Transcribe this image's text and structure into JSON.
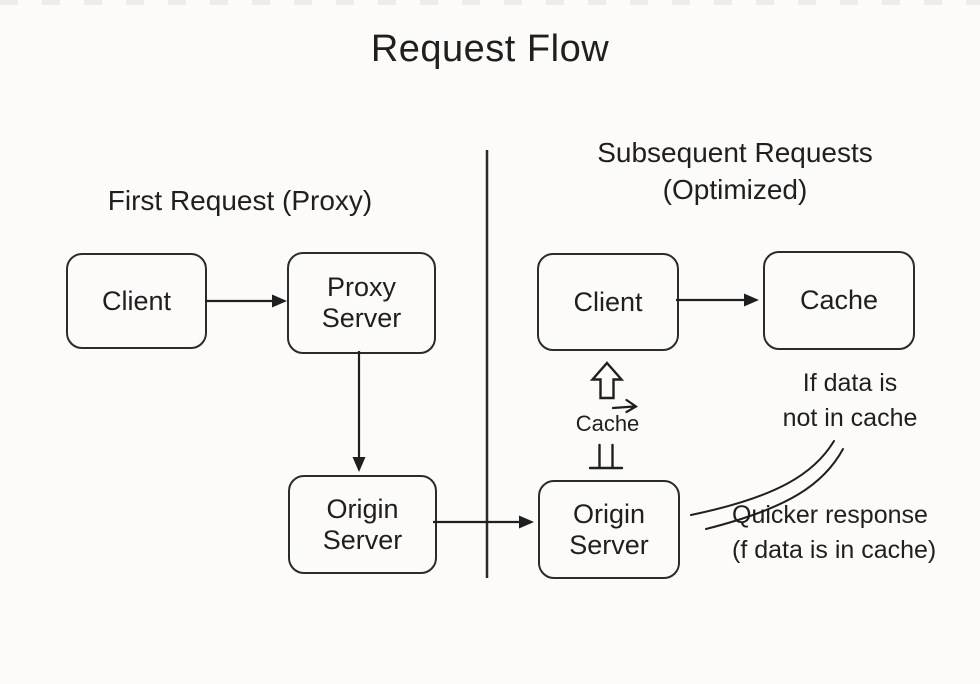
{
  "title": "Request Flow",
  "sections": {
    "first_request": {
      "header": "First Request (Proxy)",
      "nodes": {
        "client": "Client",
        "proxy_server": "Proxy Server",
        "origin_server": "Origin Server"
      }
    },
    "subsequent_requests": {
      "header_lines": [
        "Subsequent Requests",
        "(Optimized)"
      ],
      "nodes": {
        "client": "Client",
        "cache": "Cache",
        "origin_server": "Origin Server"
      },
      "cache_flow_label": "Cache",
      "annotations": {
        "not_in_cache_lines": [
          "If data is",
          "not in cache"
        ],
        "quicker_response_lines": [
          "Quicker response",
          "(f data is in cache)"
        ]
      }
    }
  },
  "icons": {
    "cache_up": "up-block-arrow-icon",
    "cache_right": "right-arrow-icon",
    "cache_base": "double-tack-icon"
  },
  "colors": {
    "ink": "#1f1f1f",
    "line": "#2b2b2b",
    "background": "#fcfbf9"
  }
}
